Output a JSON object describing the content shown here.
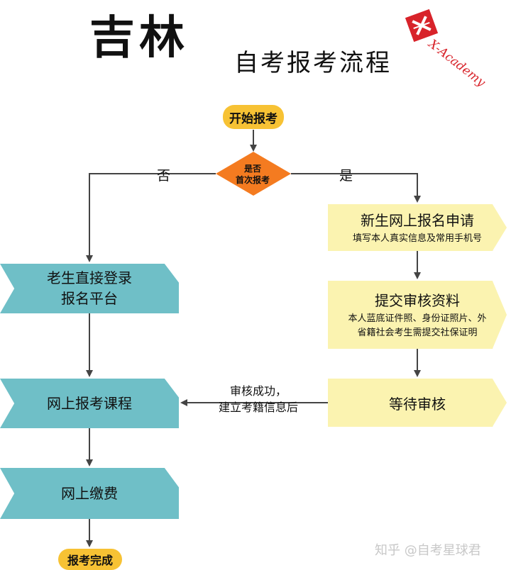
{
  "header": {
    "title_main": "吉林",
    "title_sub": "自考报考流程",
    "logo_text": "X-Academy",
    "logo_icon": "x-badge-icon"
  },
  "colors": {
    "pill": "#f7c234",
    "diamond": "#f47b20",
    "teal_box": "#6fbfc7",
    "yellow_box": "#fbf3b0",
    "logo_red": "#d8232a"
  },
  "flow": {
    "start": "开始报考",
    "decision_line1": "是否",
    "decision_line2": "首次报考",
    "no_label": "否",
    "yes_label": "是",
    "old_login_line1": "老生直接登录",
    "old_login_line2": "报名平台",
    "new_apply": "新生网上报名申请",
    "new_apply_sub": "填写本人真实信息及常用手机号",
    "submit_docs": "提交审核资料",
    "submit_docs_sub_line1": "本人蓝底证件照、身份证照片、外",
    "submit_docs_sub_line2": "省籍社会考生需提交社保证明",
    "wait_review": "等待审核",
    "review_note_line1": "审核成功，",
    "review_note_line2": "建立考籍信息后",
    "register_courses": "网上报考课程",
    "pay_fees": "网上缴费",
    "finish": "报考完成"
  },
  "watermark": "知乎 @自考星球君"
}
